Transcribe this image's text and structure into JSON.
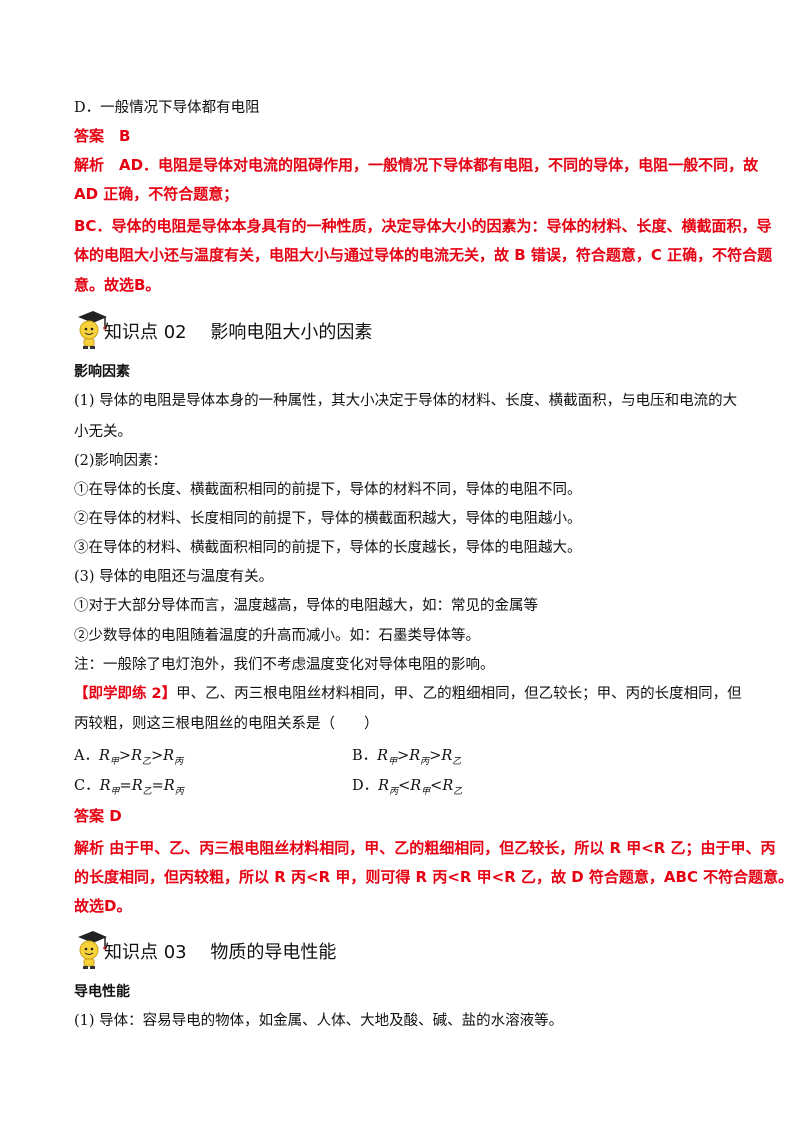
{
  "top": {
    "option_d": "D．一般情况下导体都有电阻",
    "answer": "答案　B",
    "analysis_1": "解析　AD．电阻是导体对电流的阻碍作用，一般情况下导体都有电阻，不同的导体，电阻一般不同，故",
    "analysis_2": "AD 正确，不符合题意；",
    "analysis_3": "BC．导体的电阻是导体本身具有的一种性质，决定导体大小的因素为：导体的材料、长度、横截面积，导",
    "analysis_4": "体的电阻大小还与温度有关，电阻大小与通过导体的电流无关，故 B 错误，符合题意，C 正确，不符合题",
    "analysis_5": "意。故选B。"
  },
  "kp02": {
    "title": "知识点 02　 影响电阻大小的因素",
    "heading": "影响因素",
    "p1a": "(1)  导体的电阻是导体本身的一种属性，其大小决定于导体的材料、长度、横截面积，与电压和电流的大",
    "p1b": "小无关。",
    "p2": "(2)影响因素：",
    "p3": "①在导体的长度、横截面积相同的前提下，导体的材料不同，导体的电阻不同。",
    "p4": "②在导体的材料、长度相同的前提下，导体的横截面积越大，导体的电阻越小。",
    "p5": "③在导体的材料、横截面积相同的前提下，导体的长度越长，导体的电阻越大。",
    "p6": "(3)  导体的电阻还与温度有关。",
    "p7": "①对于大部分导体而言，温度越高，导体的电阻越大，如：常见的金属等",
    "p8": "②少数导体的电阻随着温度的升高而减小。如：石墨类导体等。",
    "p9": "注：一般除了电灯泡外，我们不考虑温度变化对导体电阻的影响。"
  },
  "exercise": {
    "tag": "【即学即练 2】",
    "q1": "甲、乙、丙三根电阻丝材料相同，甲、乙的粗细相同，但乙较长；甲、丙的长度相同，但",
    "q2": "丙较粗，则这三根电阻丝的电阻关系是（　　）",
    "options": [
      {
        "letter": "A．",
        "r": "R",
        "s1": "甲",
        "op1": ">",
        "s2": "乙",
        "op2": ">",
        "s3": "丙"
      },
      {
        "letter": "B．",
        "r": "R",
        "s1": "甲",
        "op1": ">",
        "s2": "丙",
        "op2": ">",
        "s3": "乙"
      },
      {
        "letter": "C．",
        "r": "R",
        "s1": "甲",
        "op1": "=",
        "s2": "乙",
        "op2": "=",
        "s3": "丙"
      },
      {
        "letter": "D．",
        "r": "R",
        "s1": "丙",
        "op1": "<",
        "s2": "甲",
        "op2": "<",
        "s3": "乙"
      }
    ],
    "answer": "答案  D",
    "analysis_1": "解析  由于甲、乙、丙三根电阻丝材料相同，甲、乙的粗细相同，但乙较长，所以 R 甲<R 乙；由于甲、丙",
    "analysis_2": "的长度相同，但丙较粗，所以 R 丙<R 甲，则可得 R 丙<R 甲<R 乙，故 D 符合题意，ABC 不符合题意。",
    "analysis_3": "故选D。"
  },
  "kp03": {
    "title": "知识点 03　 物质的导电性能",
    "heading": "导电性能",
    "p1": "(1)  导体：容易导电的物体，如金属、人体、大地及酸、碱、盐的水溶液等。"
  }
}
